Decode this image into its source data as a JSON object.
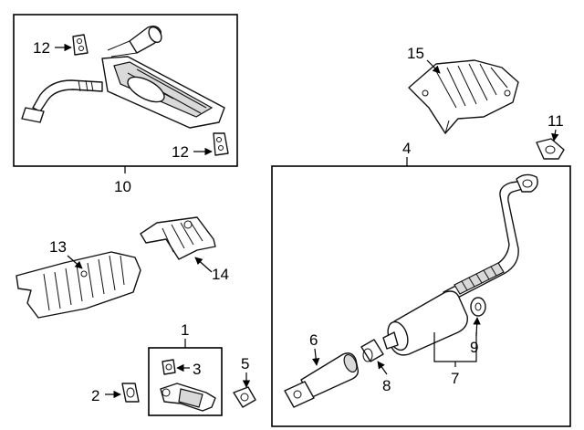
{
  "diagram": {
    "callouts": {
      "c1": "1",
      "c2": "2",
      "c3": "3",
      "c4": "4",
      "c5": "5",
      "c6": "6",
      "c7": "7",
      "c8": "8",
      "c9": "9",
      "c10": "10",
      "c11": "11",
      "c12a": "12",
      "c12b": "12",
      "c13": "13",
      "c14": "14",
      "c15": "15"
    }
  }
}
